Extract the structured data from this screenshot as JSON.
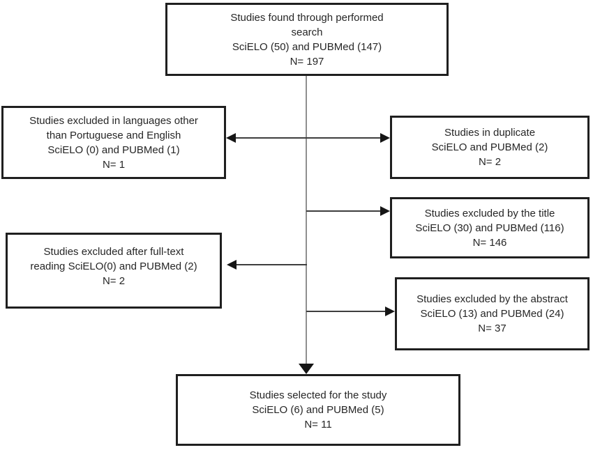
{
  "colors": {
    "background": "#ffffff",
    "box_border": "#1f1f1f",
    "text": "#262626",
    "connector": "#3d3d3d",
    "spine": "#8f8f8f",
    "arrowhead": "#151515"
  },
  "boxes": {
    "found": {
      "lines": [
        "Studies found through performed",
        "search",
        "SciELO (50) and PUBMed (147)",
        "N= 197"
      ]
    },
    "excluded_language": {
      "lines": [
        "Studies excluded in languages other",
        "than Portuguese and English",
        "SciELO (0) and PUBMed (1)",
        "N= 1"
      ]
    },
    "duplicate": {
      "lines": [
        "Studies in duplicate",
        "SciELO and PUBMed (2)",
        "N= 2"
      ]
    },
    "excluded_title": {
      "lines": [
        "Studies excluded by the title",
        "SciELO (30) and PUBMed (116)",
        "N= 146"
      ]
    },
    "excluded_fulltext": {
      "lines": [
        "Studies excluded after full-text",
        "reading SciELO(0) and PUBMed (2)",
        "N= 2"
      ]
    },
    "excluded_abstract": {
      "lines": [
        "Studies excluded by the abstract",
        "SciELO (13) and PUBMed (24)",
        "N= 37"
      ]
    },
    "selected": {
      "lines": [
        "Studies selected for the study",
        "SciELO (6) and PUBMed (5)",
        "N= 11"
      ]
    }
  }
}
